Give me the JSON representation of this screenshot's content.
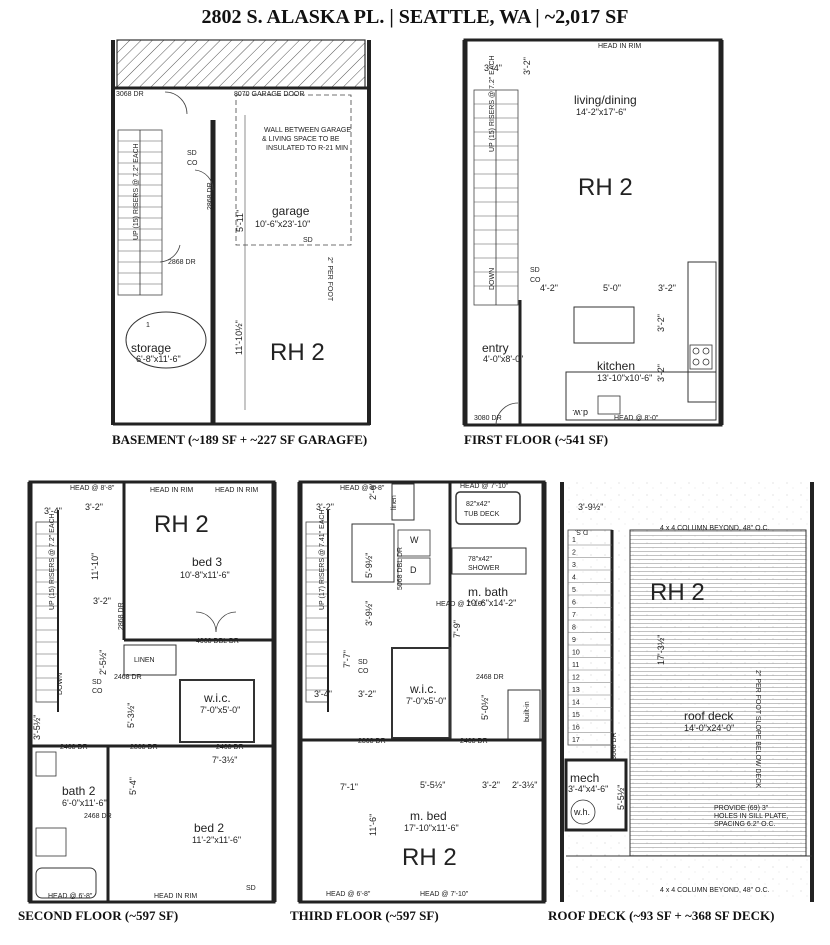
{
  "title": "2802 S. ALASKA PL. | SEATTLE, WA | ~2,017 SF",
  "captions": {
    "basement": "BASEMENT (~189 SF + ~227 SF GARAGFE)",
    "first": "FIRST FLOOR (~541 SF)",
    "second": "SECOND FLOOR (~597 SF)",
    "third": "THIRD FLOOR (~597 SF)",
    "roof": "ROOF DECK (~93 SF + ~368 SF DECK)"
  },
  "zone": "RH 2",
  "basement": {
    "door1": "3068 DR",
    "garage_door": "8070 GARAGE DOOR",
    "wall_note": [
      "WALL BETWEEN GARAGE",
      "& LIVING SPACE TO BE",
      "INSULATED TO R-21 MIN"
    ],
    "garage": "garage",
    "garage_dim": "10'-6\"x23'-10\"",
    "storage": "storage",
    "storage_dim": "6'-8\"x11'-6\"",
    "dim_511": "5'-11\"",
    "dim_1110": "11'-10½\"",
    "door2": "2868 DR",
    "door3": "2868 DR",
    "stair": "UP (15) RISERS @ 7.2\" EACH",
    "slope": "2\" PER FOOT",
    "sd": "SD",
    "co": "CO",
    "tag": "1"
  },
  "first": {
    "head": "HEAD IN RIM",
    "living": "living/dining",
    "living_dim": "14'-2\"x17'-6\"",
    "entry": "entry",
    "entry_dim": "4'-0\"x8'-0\"",
    "kitchen": "kitchen",
    "kitchen_dim": "13'-10\"x10'-6\"",
    "dims": [
      "3'-4\"",
      "3'-2\"",
      "4'-2\"",
      "5'-0\"",
      "3'-2\"",
      "3'-2\"",
      "3'-2\""
    ],
    "stair": "UP (15) RISERS @ 7.2\" EACH",
    "down": "DOWN",
    "door": "3080 DR",
    "head8": "HEAD @ 8'-0\"",
    "dw": "d.w.",
    "sd": "SD",
    "co": "CO"
  },
  "second": {
    "head1": "HEAD @ 8'-8\"",
    "head2": "HEAD IN RIM",
    "head3": "HEAD IN RIM",
    "head4": "HEAD @ 6'-8\"",
    "head5": "HEAD IN RIM",
    "bed3": "bed 3",
    "bed3_dim": "10'-8\"x11'-6\"",
    "bed2": "bed 2",
    "bed2_dim": "11'-2\"x11'-6\"",
    "bath2": "bath 2",
    "bath2_dim": "6'-0\"x11'-6\"",
    "wic": "w.i.c.",
    "wic_dim": "7'-0\"x5'-0\"",
    "linen": "LINEN",
    "dims": [
      "3'-4\"",
      "3'-2\"",
      "11'-10\"",
      "3'-2\"",
      "2'-5½\"",
      "5'-3½\"",
      "7'-3½\"",
      "5'-4\"",
      "3'-5½\""
    ],
    "doors": [
      "2868 DR",
      "4068 DBL DR",
      "2468 DR",
      "2468 DR",
      "2868 DR",
      "2468 DR",
      "2468 DR"
    ],
    "stair": "UP (15) RISERS @ 7.2\" EACH",
    "down": "DOWN",
    "sd": "SD",
    "co": "CO"
  },
  "third": {
    "head1": "HEAD @ 6'-8\"",
    "head2": "HEAD @ 7'-10\"",
    "head3": "HEAD @ 7'-10\"",
    "head4": "HEAD @ 6'-8\"",
    "head5": "HEAD @ 7'-10\"",
    "linen": "linen",
    "tub": "82\"x42\"",
    "tub2": "TUB DECK",
    "shower": "78\"x42\"",
    "shower2": "SHOWER",
    "mbath": "m. bath",
    "mbath_dim": "10'-6\"x14'-2\"",
    "wic": "w.i.c.",
    "wic_dim": "7'-0\"x5'-0\"",
    "mbed": "m. bed",
    "mbed_dim": "17'-10\"x11'-6\"",
    "builtin": "built-in",
    "w": "W",
    "d": "D",
    "dims": [
      "3'-2\"",
      "2'-6\"",
      "5'-9½\"",
      "3'-9½\"",
      "7'-9\"",
      "7'-7\"",
      "3'-4\"",
      "3'-2\"",
      "5'-0½\"",
      "5'-5½\"",
      "3'-2\"",
      "2'-3½\"",
      "7'-1\"",
      "11'-6\""
    ],
    "doors": [
      "5068 DBL DR",
      "2468 DR",
      "2868 DR",
      "2468 DR"
    ],
    "stair": "UP (17) RISERS @ 7.41\" EACH",
    "sd": "SD",
    "co": "CO"
  },
  "roof": {
    "dim_top": "3'-9½\"",
    "ds": "D.S.",
    "column_note": "4 x 4 COLUMN BEYOND, 48\" O.C.",
    "column_note2": "4 x 4 COLUMN BEYOND, 48\" O.C.",
    "slope": "2\" PER FOOT SLOPE BELOW DECK",
    "deck": "roof deck",
    "deck_dim": "14'-0\"x24'-0\"",
    "dim_173": "17'-3½\"",
    "door": "3068 DR",
    "mech": "mech",
    "mech_dim": "3'-4\"x4'-6\"",
    "wh": "w.h.",
    "dim_55": "5'-5½\"",
    "holes_note": [
      "PROVIDE (69) 3\"",
      "HOLES IN SILL PLATE,",
      "SPACING 6.2\" O.C."
    ],
    "stair_nums": [
      "1",
      "2",
      "3",
      "4",
      "5",
      "6",
      "7",
      "8",
      "9",
      "10",
      "11",
      "12",
      "13",
      "14",
      "15",
      "16",
      "17"
    ]
  }
}
